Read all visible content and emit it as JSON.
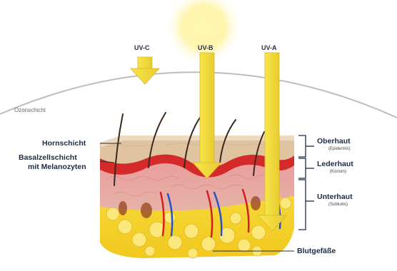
{
  "rays": {
    "uvc": "UV-C",
    "uvb": "UV-B",
    "uva": "UV-A"
  },
  "ozone_label": "Ozonschicht",
  "left_labels": {
    "horn": "Hornschicht",
    "basal_line1": "Basalzellschicht",
    "basal_line2": "mit Melanozyten"
  },
  "right_labels": {
    "oberhaut": "Oberhaut",
    "oberhaut_sub": "(Epidermis)",
    "lederhaut": "Lederhaut",
    "lederhaut_sub": "(Korium)",
    "unterhaut": "Unterhaut",
    "unterhaut_sub": "(Subkutis)"
  },
  "bottom_label": "Blutgefäße",
  "colors": {
    "sun": "#fff3a0",
    "arrow": "#f5df3a",
    "arrow_edge": "#d9b92a",
    "fat": "#f5d22a",
    "dermis": "#e8a0a0",
    "epidermis": "#e0c4a0",
    "basal": "#d42a2a",
    "ozone_line": "#bdbdbd",
    "label": "#1c2c44"
  }
}
